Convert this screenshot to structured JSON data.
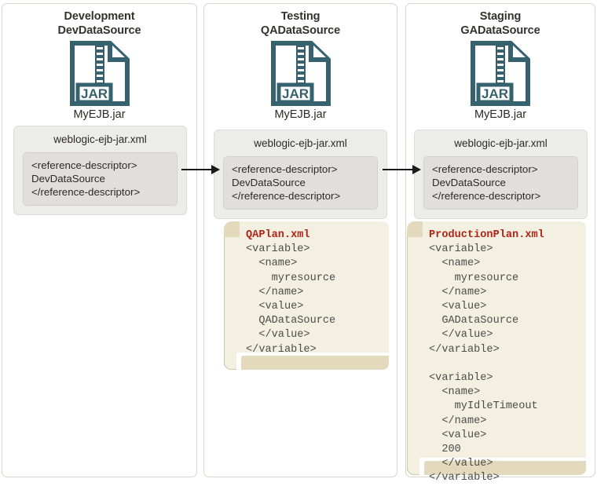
{
  "diagram": {
    "title": "Deployment plan environment promotion",
    "accent_color": "#36616f",
    "filename_color": "#b02418",
    "panel_bg": "#ffffff",
    "card_bg": "#ececea",
    "code_bg": "#e1dfdb",
    "scroll_bg": "#f3efe1",
    "scroll_roll": "#e3d9bc"
  },
  "columns": [
    {
      "id": "development",
      "env_name": "Development",
      "datasource": "DevDataSource",
      "artifact_icon": "jar-file-icon",
      "artifact_name": "MyEJB.jar",
      "descriptor": {
        "title": "weblogic-ejb-jar.xml",
        "code": "<reference-descriptor>\nDevDataSource\n</reference-descriptor>"
      },
      "plan": null
    },
    {
      "id": "testing",
      "env_name": "Testing",
      "datasource": "QADataSource",
      "artifact_icon": "jar-file-icon",
      "artifact_name": "MyEJB.jar",
      "descriptor": {
        "title": "weblogic-ejb-jar.xml",
        "code": "<reference-descriptor>\nDevDataSource\n</reference-descriptor>"
      },
      "plan": {
        "filename": "QAPlan.xml",
        "code": "<variable>\n  <name>\n    myresource\n  </name>\n  <value>\n  QADataSource\n  </value>\n</variable>"
      }
    },
    {
      "id": "staging",
      "env_name": "Staging",
      "datasource": "GADataSource",
      "artifact_icon": "jar-file-icon",
      "artifact_name": "MyEJB.jar",
      "descriptor": {
        "title": "weblogic-ejb-jar.xml",
        "code": "<reference-descriptor>\nDevDataSource\n</reference-descriptor>"
      },
      "plan": {
        "filename": "ProductionPlan.xml",
        "code": "<variable>\n  <name>\n    myresource\n  </name>\n  <value>\n  GADataSource\n  </value>\n</variable>\n\n<variable>\n  <name>\n    myIdleTimeout\n  </name>\n  <value>\n  200\n  </value>\n</variable>"
      }
    }
  ],
  "connectors": [
    {
      "id": "dev-to-test",
      "from": "development",
      "to": "testing"
    },
    {
      "id": "test-to-staging",
      "from": "testing",
      "to": "staging"
    }
  ]
}
